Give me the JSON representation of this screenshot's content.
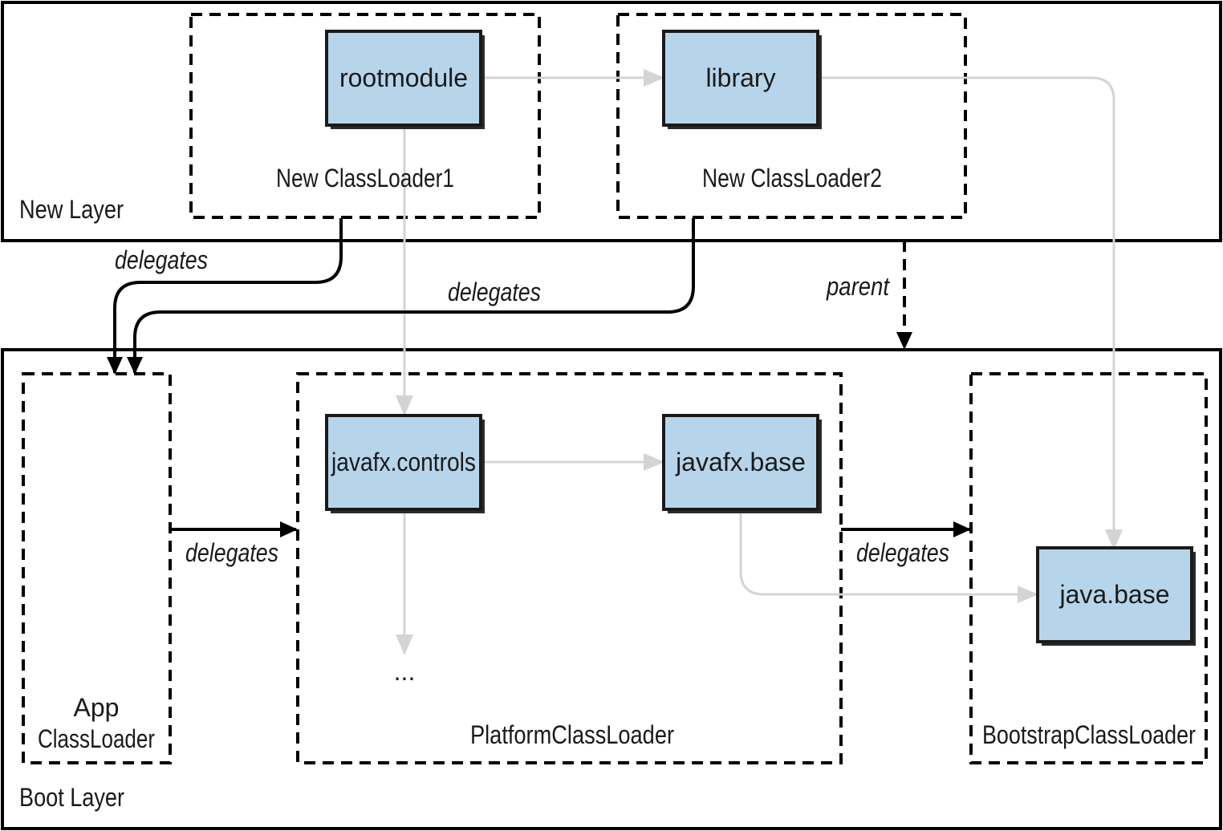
{
  "diagram": {
    "layers": {
      "new_layer": "New Layer",
      "boot_layer": "Boot Layer"
    },
    "classloaders": {
      "new_classloader1": "New ClassLoader1",
      "new_classloader2": "New ClassLoader2",
      "app_classloader_line1": "App",
      "app_classloader_line2": "ClassLoader",
      "platform_classloader": "PlatformClassLoader",
      "bootstrap_classloader": "BootstrapClassLoader"
    },
    "modules": {
      "rootmodule": "rootmodule",
      "library": "library",
      "javafx_controls": "javafx.controls",
      "javafx_base": "javafx.base",
      "java_base": "java.base",
      "ellipsis": "..."
    },
    "edge_labels": {
      "delegates_1": "delegates",
      "delegates_2": "delegates",
      "parent": "parent",
      "delegates_3": "delegates",
      "delegates_4": "delegates"
    },
    "colors": {
      "module_fill": "#b7d5ea",
      "module_stroke": "#1a1a1a",
      "dependency_arrow": "#d4d4d4",
      "delegation_arrow": "#000000"
    }
  }
}
